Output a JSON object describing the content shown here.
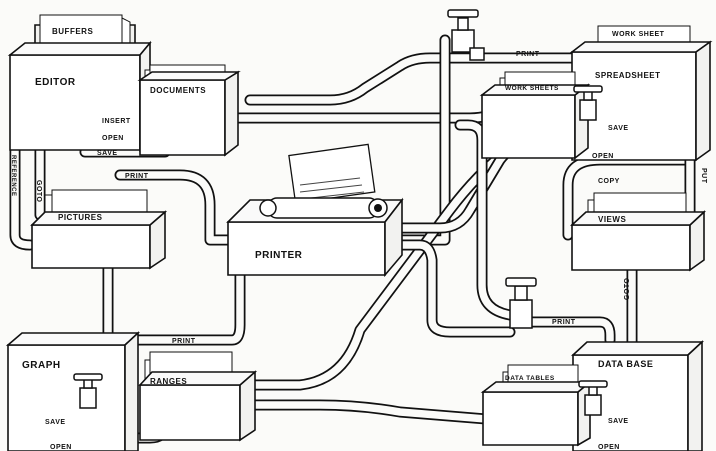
{
  "boxes": {
    "buffers": "BUFFERS",
    "editor": "EDITOR",
    "documents": "DOCUMENTS",
    "pictures": "PICTURES",
    "printer": "PRINTER",
    "graph": "GRAPH",
    "ranges": "RANGES",
    "work_sheet": "WORK SHEET",
    "spreadsheet": "SPREADSHEET",
    "work_sheets": "WORK SHEETS",
    "views": "VIEWS",
    "data_base": "DATA BASE",
    "data_tables": "DATA TABLES"
  },
  "pipes": {
    "insert": "INSERT",
    "open": "OPEN",
    "save": "SAVE",
    "print": "PRINT",
    "goto": "GOTO",
    "reference": "REFERENCE",
    "copy": "COPY",
    "put": "PUT"
  }
}
